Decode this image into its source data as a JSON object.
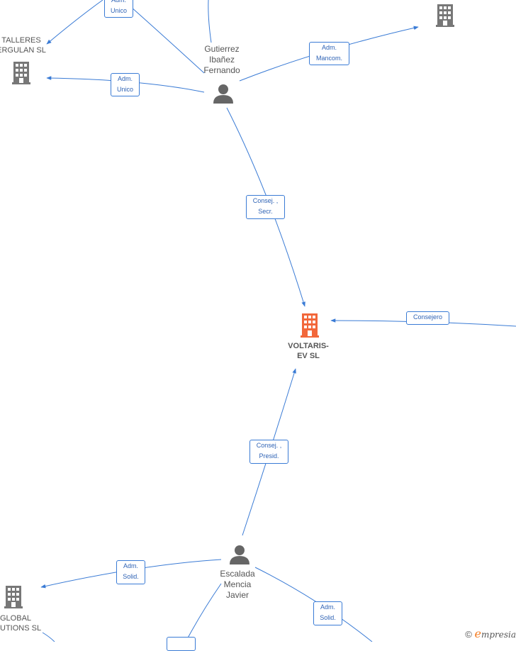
{
  "colors": {
    "edge": "#3a7bd5",
    "company_icon": "#777777",
    "main_icon": "#f2673a",
    "person_icon": "#666666"
  },
  "nodes": {
    "voltaris": {
      "label": "VOLTARIS-\nEV  SL",
      "icon": "building-icon"
    },
    "talleres": {
      "label": "TALLERES\nERGULAN SL",
      "icon": "building-icon"
    },
    "top_right_company": {
      "label": "",
      "icon": "building-icon"
    },
    "gutierrez": {
      "label": "Gutierrez\nIbañez\nFernando",
      "icon": "person-icon"
    },
    "escalada": {
      "label": "Escalada\nMencia\nJavier",
      "icon": "person-icon"
    },
    "global_solutions": {
      "label": "GLOBAL\nUTIONS  SL",
      "icon": "building-icon"
    }
  },
  "edges": {
    "adm_unico_top": "Adm.\nUnico",
    "adm_unico_talleres": "Adm.\nUnico",
    "adm_mancom": "Adm.\nMancom.",
    "consej_secr": "Consej. ,\nSecr.",
    "consejero": "Consejero",
    "consej_presid": "Consej. ,\nPresid.",
    "adm_solid_left": "Adm.\nSolid.",
    "adm_solid_right": "Adm.\nSolid."
  },
  "footer": {
    "copyright": "©",
    "brand_initial": "e",
    "brand_rest": "mpresia"
  }
}
